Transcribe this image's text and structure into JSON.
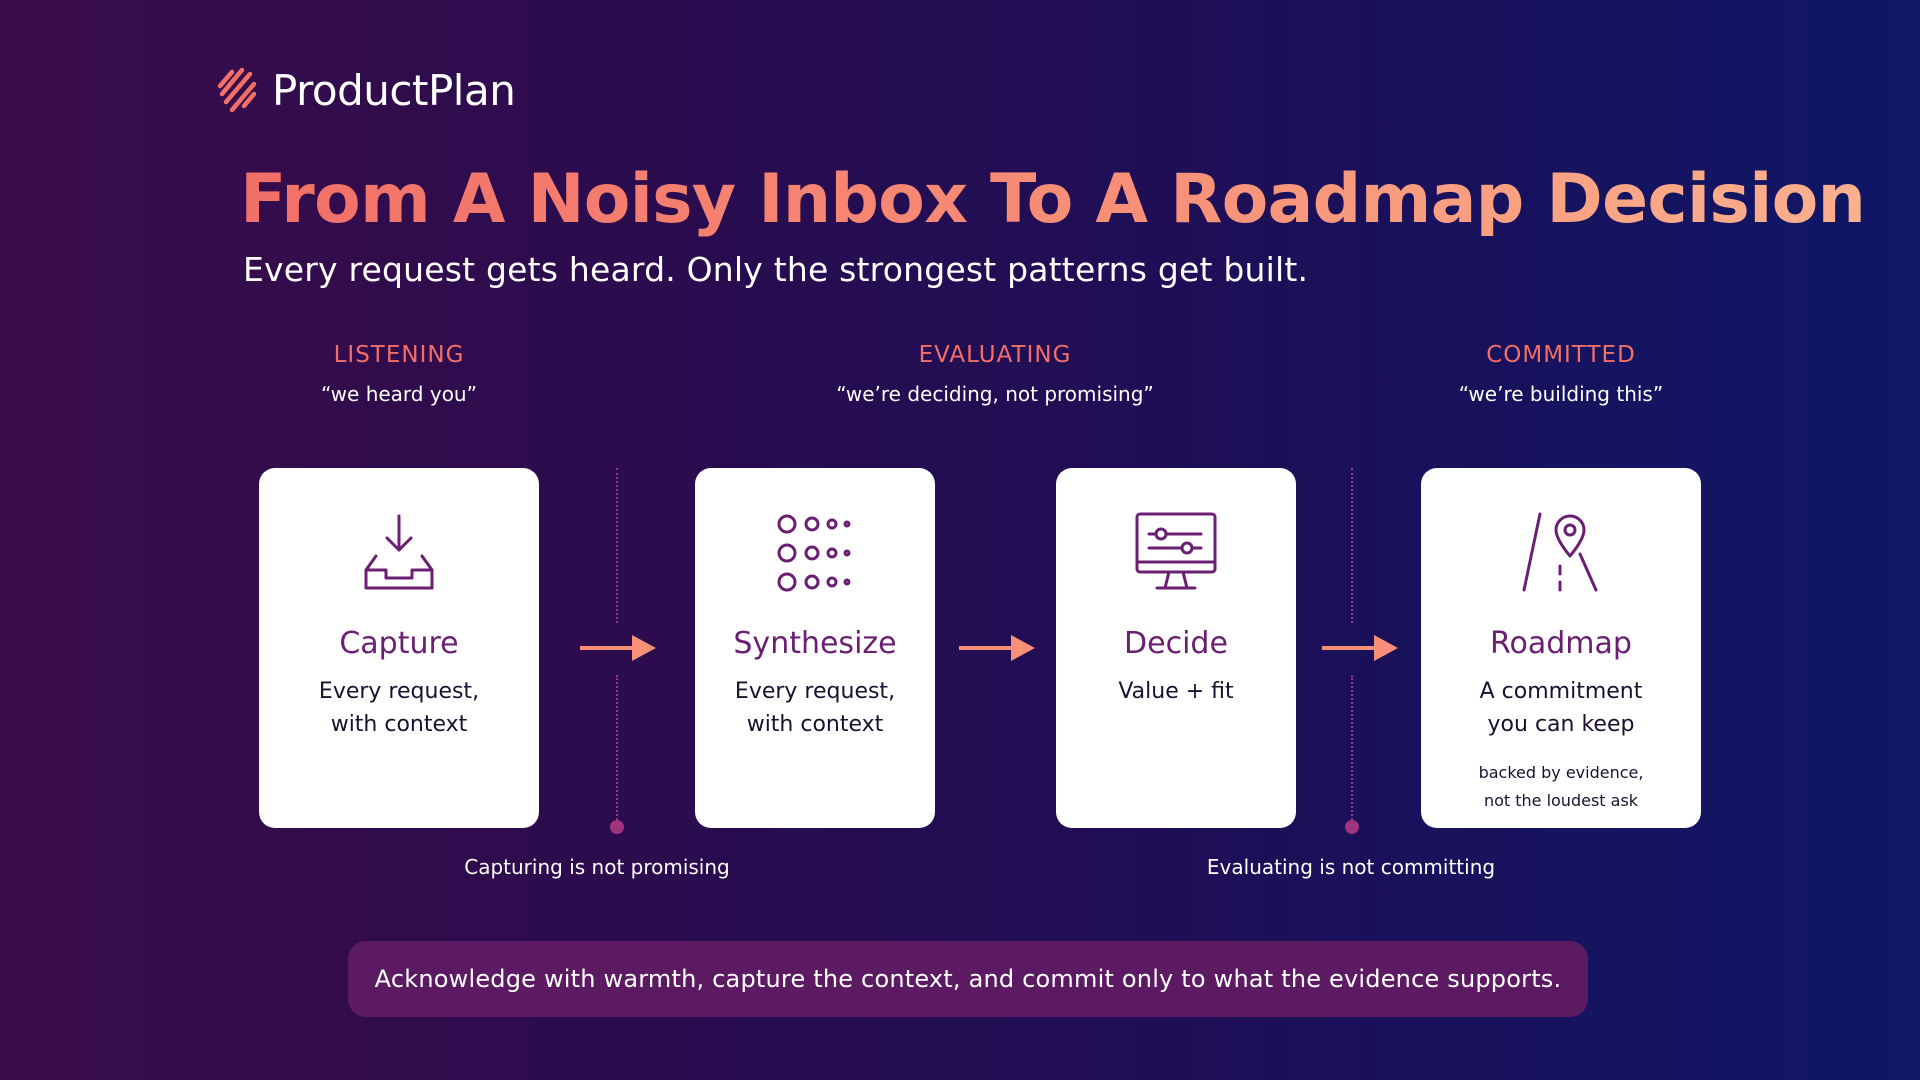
{
  "brand": {
    "name": "ProductPlan"
  },
  "header": {
    "title": "From A Noisy Inbox To A Roadmap Decision",
    "subtitle": "Every request gets heard. Only the strongest patterns get built."
  },
  "stages": [
    {
      "label": "LISTENING",
      "quote": "“we heard you”"
    },
    {
      "label": "EVALUATING",
      "quote": "“we’re deciding, not promising”"
    },
    {
      "label": "COMMITTED",
      "quote": "“we’re building this”"
    }
  ],
  "cards": [
    {
      "title": "Capture",
      "desc": "Every request,\nwith context",
      "icon": "inbox-download-icon"
    },
    {
      "title": "Synthesize",
      "desc": "Every request,\nwith context",
      "icon": "dot-grid-icon"
    },
    {
      "title": "Decide",
      "desc": "Value + fit",
      "icon": "monitor-sliders-icon"
    },
    {
      "title": "Roadmap",
      "desc": "A commitment\nyou can keep",
      "note": "backed by evidence,\nnot the loudest ask",
      "icon": "road-pin-icon"
    }
  ],
  "dividers": [
    {
      "caption": "Capturing is not promising"
    },
    {
      "caption": "Evaluating is not committing"
    }
  ],
  "banner": {
    "text": "Acknowledge with warmth, capture the context, and commit only to what the evidence supports."
  },
  "colors": {
    "accent": "#f26f68",
    "arrow": "#f79077",
    "card_title": "#6b1f72",
    "banner_bg": "#5c1a62",
    "divider": "#a0357d"
  }
}
